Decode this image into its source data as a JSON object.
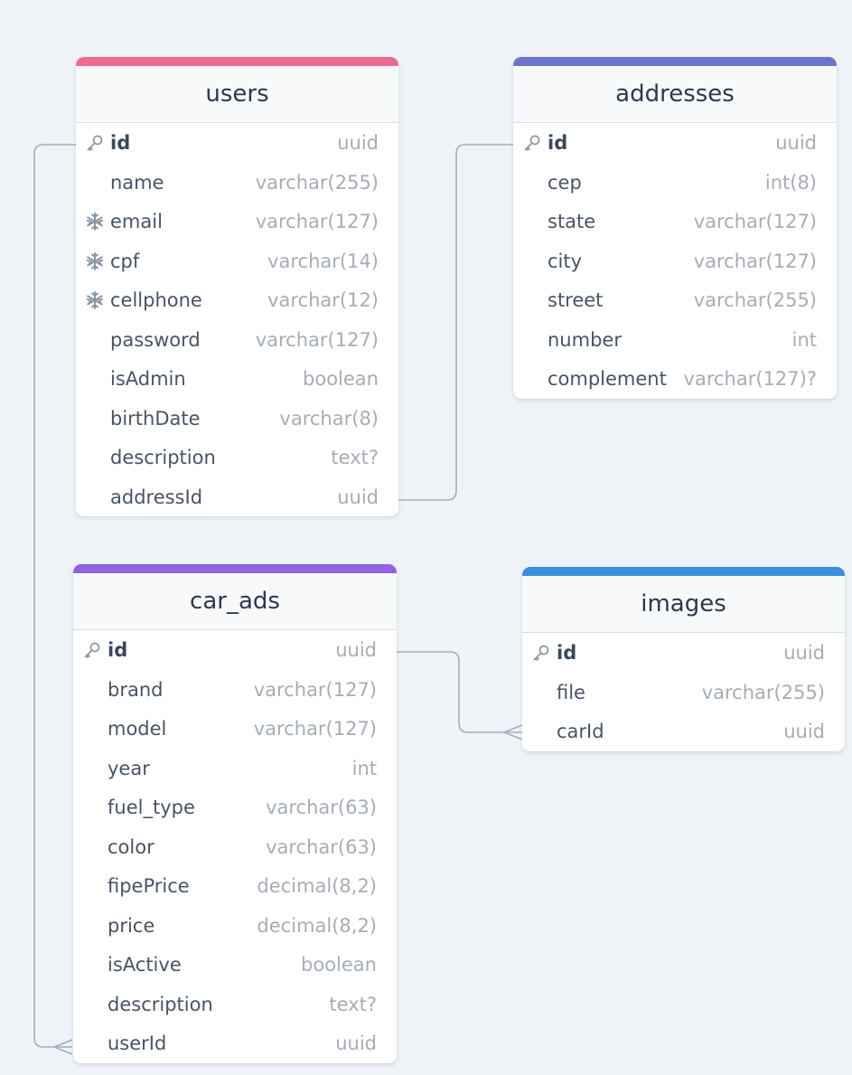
{
  "colors": {
    "background": "#eff3f7",
    "connector": "#a4afbd",
    "users_accent": "#ec6b95",
    "addresses_accent": "#6a74cc",
    "car_ads_accent": "#9162de",
    "images_accent": "#3b8fdc"
  },
  "tables": {
    "users": {
      "name": "users",
      "fields": [
        {
          "name": "id",
          "type": "uuid",
          "icon": "key-icon",
          "pk": true
        },
        {
          "name": "name",
          "type": "varchar(255)",
          "icon": "",
          "pk": false
        },
        {
          "name": "email",
          "type": "varchar(127)",
          "icon": "snowflake-icon",
          "pk": false
        },
        {
          "name": "cpf",
          "type": "varchar(14)",
          "icon": "snowflake-icon",
          "pk": false
        },
        {
          "name": "cellphone",
          "type": "varchar(12)",
          "icon": "snowflake-icon",
          "pk": false
        },
        {
          "name": "password",
          "type": "varchar(127)",
          "icon": "",
          "pk": false
        },
        {
          "name": "isAdmin",
          "type": "boolean",
          "icon": "",
          "pk": false
        },
        {
          "name": "birthDate",
          "type": "varchar(8)",
          "icon": "",
          "pk": false
        },
        {
          "name": "description",
          "type": "text?",
          "icon": "",
          "pk": false
        },
        {
          "name": "addressId",
          "type": "uuid",
          "icon": "",
          "pk": false
        }
      ]
    },
    "addresses": {
      "name": "addresses",
      "fields": [
        {
          "name": "id",
          "type": "uuid",
          "icon": "key-icon",
          "pk": true
        },
        {
          "name": "cep",
          "type": "int(8)",
          "icon": "",
          "pk": false
        },
        {
          "name": "state",
          "type": "varchar(127)",
          "icon": "",
          "pk": false
        },
        {
          "name": "city",
          "type": "varchar(127)",
          "icon": "",
          "pk": false
        },
        {
          "name": "street",
          "type": "varchar(255)",
          "icon": "",
          "pk": false
        },
        {
          "name": "number",
          "type": "int",
          "icon": "",
          "pk": false
        },
        {
          "name": "complement",
          "type": "varchar(127)?",
          "icon": "",
          "pk": false
        }
      ]
    },
    "car_ads": {
      "name": "car_ads",
      "fields": [
        {
          "name": "id",
          "type": "uuid",
          "icon": "key-icon",
          "pk": true
        },
        {
          "name": "brand",
          "type": "varchar(127)",
          "icon": "",
          "pk": false
        },
        {
          "name": "model",
          "type": "varchar(127)",
          "icon": "",
          "pk": false
        },
        {
          "name": "year",
          "type": "int",
          "icon": "",
          "pk": false
        },
        {
          "name": "fuel_type",
          "type": "varchar(63)",
          "icon": "",
          "pk": false
        },
        {
          "name": "color",
          "type": "varchar(63)",
          "icon": "",
          "pk": false
        },
        {
          "name": "fipePrice",
          "type": "decimal(8,2)",
          "icon": "",
          "pk": false
        },
        {
          "name": "price",
          "type": "decimal(8,2)",
          "icon": "",
          "pk": false
        },
        {
          "name": "isActive",
          "type": "boolean",
          "icon": "",
          "pk": false
        },
        {
          "name": "description",
          "type": "text?",
          "icon": "",
          "pk": false
        },
        {
          "name": "userId",
          "type": "uuid",
          "icon": "",
          "pk": false
        }
      ]
    },
    "images": {
      "name": "images",
      "fields": [
        {
          "name": "id",
          "type": "uuid",
          "icon": "key-icon",
          "pk": true
        },
        {
          "name": "file",
          "type": "varchar(255)",
          "icon": "",
          "pk": false
        },
        {
          "name": "carId",
          "type": "uuid",
          "icon": "",
          "pk": false
        }
      ]
    }
  },
  "relations": [
    {
      "from": "users.addressId",
      "to": "addresses.id",
      "cardinality": "one-to-one"
    },
    {
      "from": "car_ads.userId",
      "to": "users.id",
      "cardinality": "many-to-one"
    },
    {
      "from": "images.carId",
      "to": "car_ads.id",
      "cardinality": "many-to-one"
    }
  ]
}
